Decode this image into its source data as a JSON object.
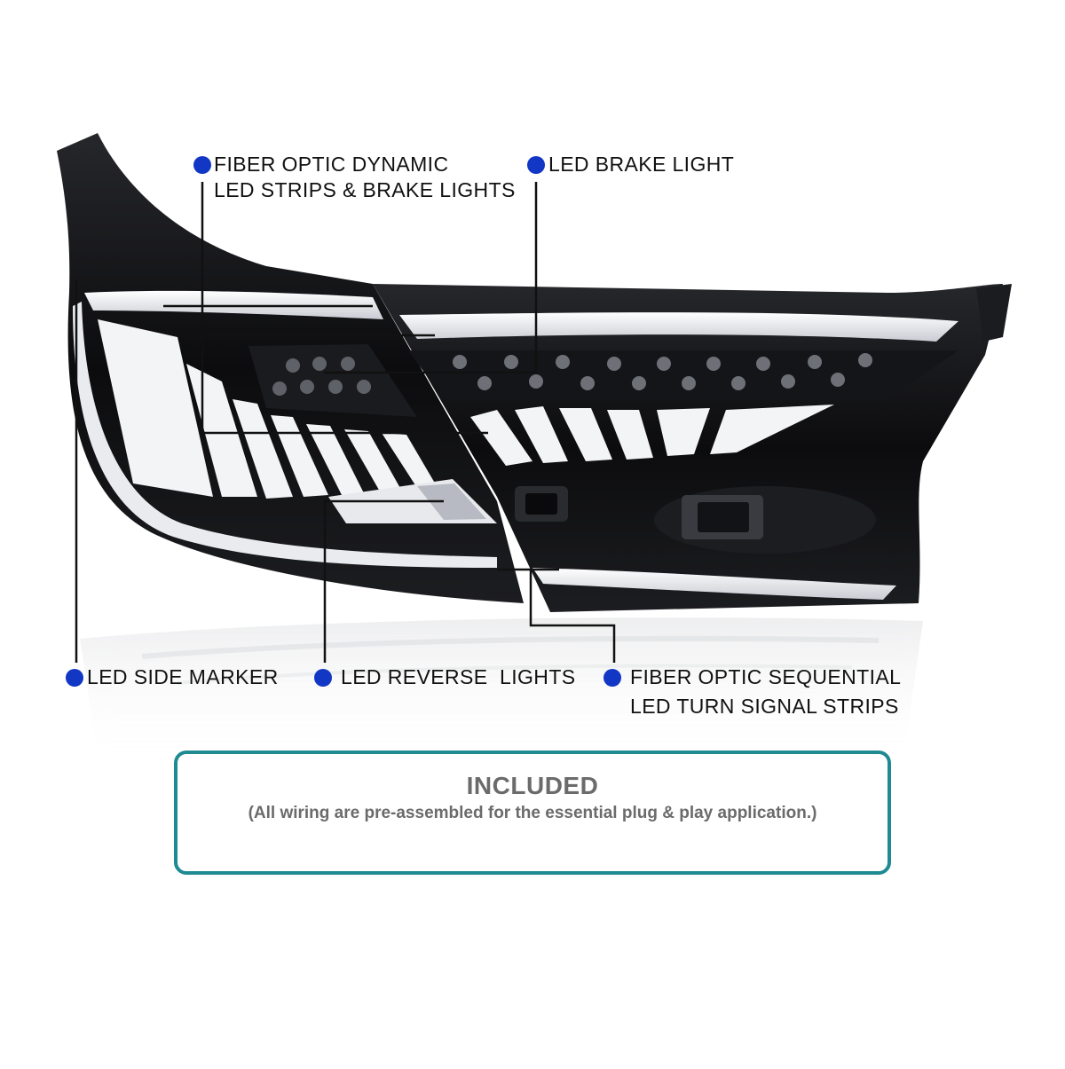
{
  "callouts": {
    "fiber_dynamic": {
      "line1": "FIBER OPTIC DYNAMIC",
      "line2": "LED STRIPS & BRAKE LIGHTS"
    },
    "brake_light": {
      "line1": "LED BRAKE LIGHT"
    },
    "side_marker": {
      "line1": "LED SIDE MARKER"
    },
    "reverse_lights": {
      "line1": "LED REVERSE  LIGHTS"
    },
    "fiber_sequential": {
      "line1": "FIBER OPTIC SEQUENTIAL",
      "line2": "LED TURN SIGNAL STRIPS"
    }
  },
  "included": {
    "title": "INCLUDED",
    "note": "(All wiring are pre-assembled for the essential plug & play application.)"
  },
  "colors": {
    "bullet": "#1237c4",
    "box_border": "#1f8a92",
    "box_text": "#6b6b6b",
    "lamp_body": "#0d0d0f",
    "light_strip": "#eef0f4"
  }
}
